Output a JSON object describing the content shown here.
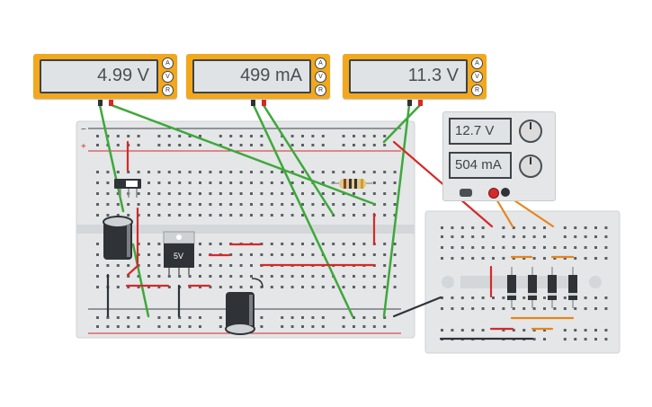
{
  "meters": [
    {
      "reading": "4.99 V",
      "modes": [
        "A",
        "V",
        "R"
      ]
    },
    {
      "reading": "499 mA",
      "modes": [
        "A",
        "V",
        "R"
      ]
    },
    {
      "reading": "11.3 V",
      "modes": [
        "A",
        "V",
        "R"
      ]
    }
  ],
  "regulator": {
    "label": "5V"
  },
  "power_supply": {
    "voltage": "12.7 V",
    "current": "504 mA"
  },
  "breadboard": {
    "minus": "−",
    "plus": "+"
  },
  "colors": {
    "meter": "#f2a81d",
    "wire_green": "#3ea83a",
    "wire_red": "#d42a2a",
    "wire_orange": "#e6851b",
    "board": "#e4e6e8"
  }
}
